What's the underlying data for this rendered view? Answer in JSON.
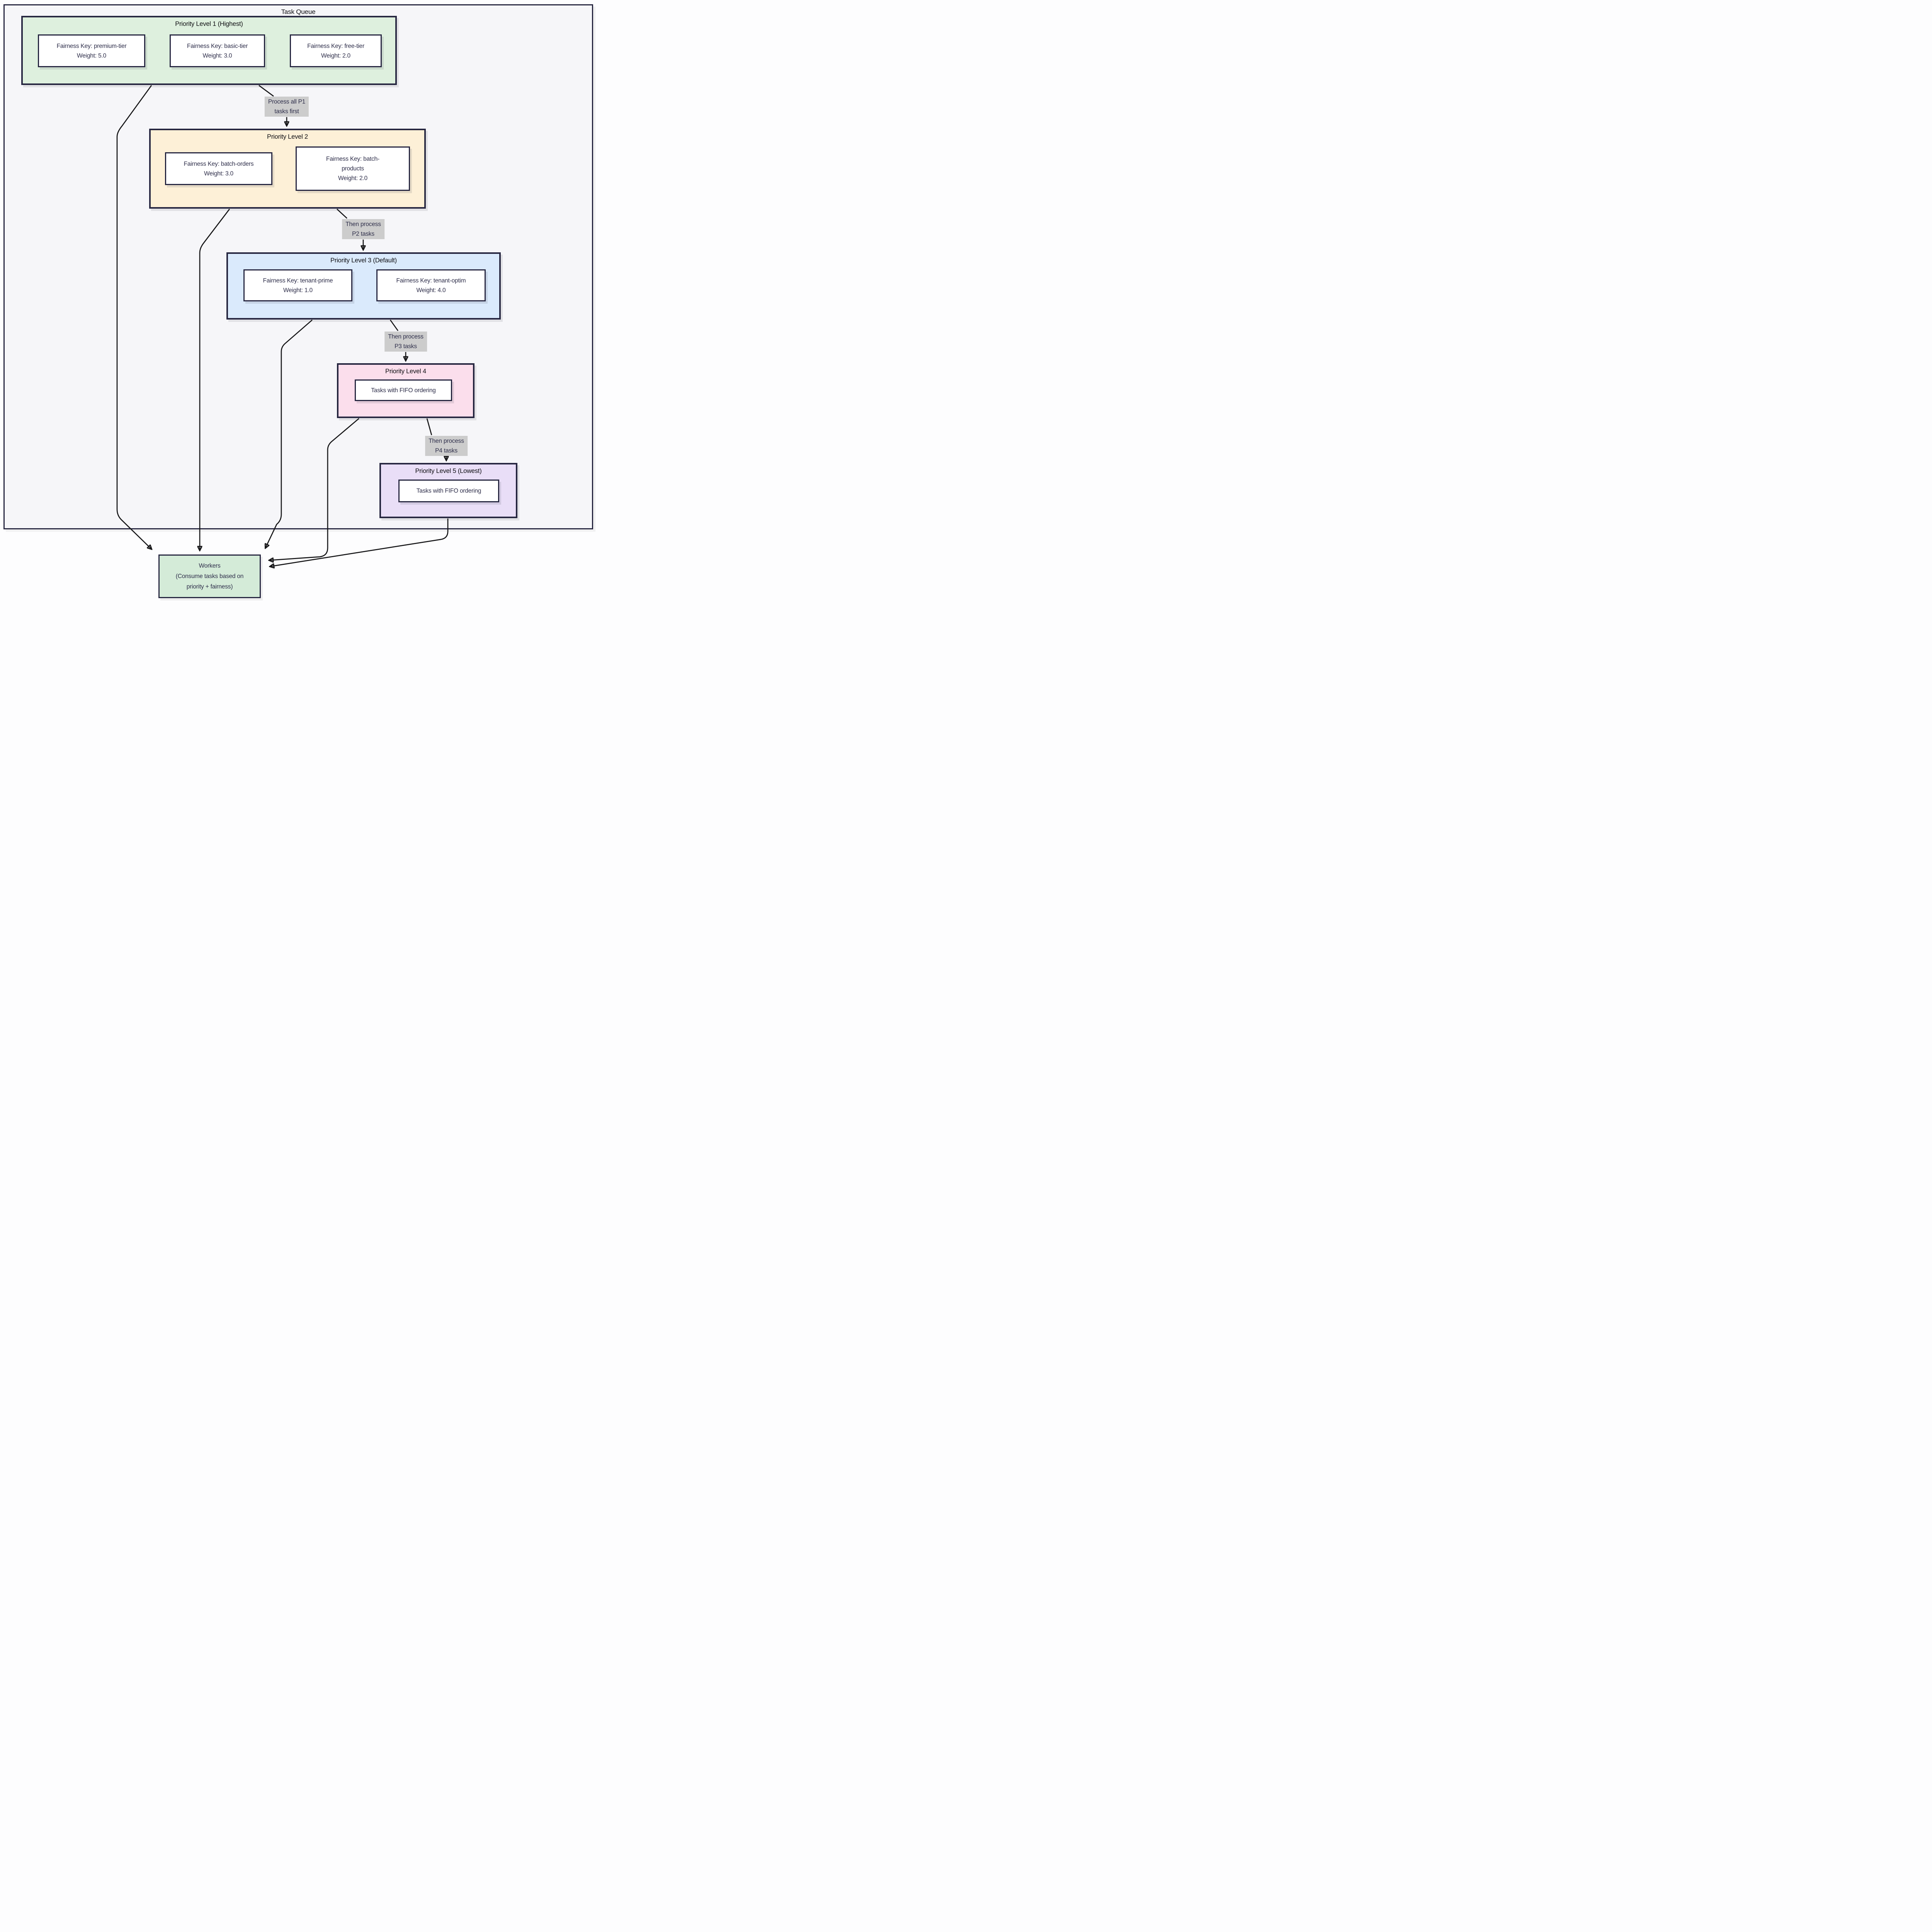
{
  "diagram": {
    "title": "Task Queue",
    "clusters": [
      {
        "title": "Priority Level 1 (Highest)",
        "nodes": [
          [
            "Fairness Key: premium-tier",
            "Weight: 5.0"
          ],
          [
            "Fairness Key: basic-tier",
            "Weight: 3.0"
          ],
          [
            "Fairness Key: free-tier",
            "Weight: 2.0"
          ]
        ]
      },
      {
        "title": "Priority Level 2",
        "nodes": [
          [
            "Fairness Key: batch-orders",
            "Weight: 3.0"
          ],
          [
            "Fairness Key: batch-",
            "products",
            "Weight: 2.0"
          ]
        ]
      },
      {
        "title": "Priority Level 3 (Default)",
        "nodes": [
          [
            "Fairness Key: tenant-prime",
            "Weight: 1.0"
          ],
          [
            "Fairness Key: tenant-optim",
            "Weight: 4.0"
          ]
        ]
      },
      {
        "title": "Priority Level 4",
        "nodes": [
          [
            "Tasks with FIFO ordering"
          ]
        ]
      },
      {
        "title": "Priority Level 5 (Lowest)",
        "nodes": [
          [
            "Tasks with FIFO ordering"
          ]
        ]
      }
    ],
    "edge_labels": [
      [
        "Process all P1",
        "tasks first"
      ],
      [
        "Then process",
        "P2 tasks"
      ],
      [
        "Then process",
        "P3 tasks"
      ],
      [
        "Then process",
        "P4 tasks"
      ]
    ],
    "workers": [
      "Workers",
      "(Consume tasks based on",
      "priority + fairness)"
    ]
  },
  "colors": {
    "canvas-bg": "#fdfdfe",
    "container-fill": "#f6f6f9",
    "border": "#272741",
    "p1-fill": "#def0de",
    "p2-fill": "#fdf0d7",
    "p3-fill": "#daeafc",
    "p4-fill": "#fbdeec",
    "p5-fill": "#e9def7",
    "workers-fill": "#d4ebd8",
    "node-fill": "#ffffff",
    "label-bg": "#cccccc",
    "edge": "#161618",
    "text": "#2e2e4a",
    "title-text": "#0e0e12"
  }
}
